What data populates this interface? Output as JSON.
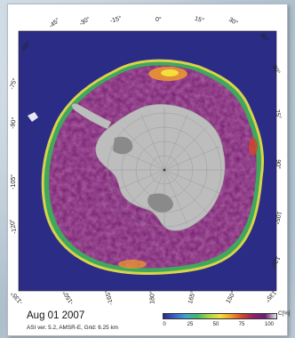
{
  "title": "Aug 01 2007",
  "info_line": "ASI ver. 5.2,  AMSR-E,  Grid: 6.25 km",
  "graticule_labels": {
    "top": [
      "-60°",
      "-45°",
      "-30°",
      "-15°",
      "0°",
      "15°",
      "30°",
      "45°"
    ],
    "left": [
      "-75°",
      "-90°",
      "-105°",
      "-120°",
      "-135°"
    ],
    "right": [
      "60°",
      "75°",
      "90°",
      "105°",
      "120°",
      "135°"
    ],
    "bottom": [
      "-150°",
      "-165°",
      "180°",
      "165°",
      "150°"
    ]
  },
  "colorbar": {
    "unit": "C[%]",
    "ticks": [
      "0",
      "25",
      "50",
      "75",
      "100"
    ],
    "colors": [
      "#2a2b8c",
      "#3b63c4",
      "#3fa3c9",
      "#46b56a",
      "#a9d34a",
      "#f2e13a",
      "#f09a2e",
      "#d2452a",
      "#8e1f6e",
      "#6a1f6e",
      "#e7e7f0"
    ]
  },
  "colors": {
    "ocean": "#2b2c86",
    "land": "#bdbdbd",
    "ice_high": "#7a2373",
    "ice_mid": "#a02f86"
  }
}
